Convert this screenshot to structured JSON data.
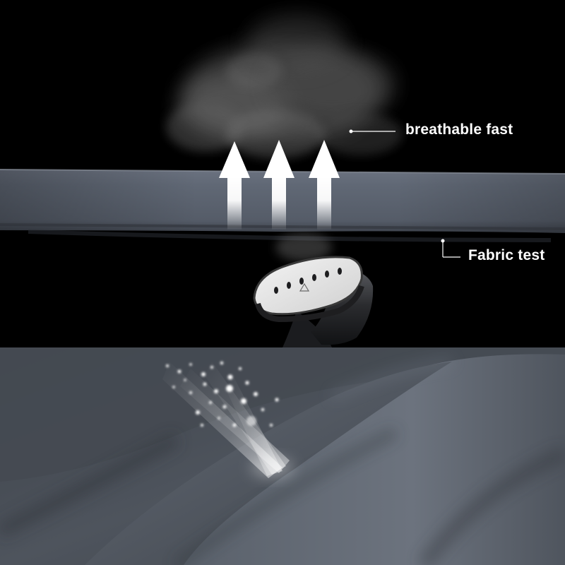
{
  "callouts": {
    "breathable": "breathable fast",
    "fabric": "Fabric test"
  },
  "icons": {
    "arrows": "up-arrow-icon",
    "steamer": "garment-steamer",
    "water_spray": "water-droplets"
  },
  "colors": {
    "background": "#000000",
    "fabric": "#5d6573",
    "text": "#ffffff"
  }
}
